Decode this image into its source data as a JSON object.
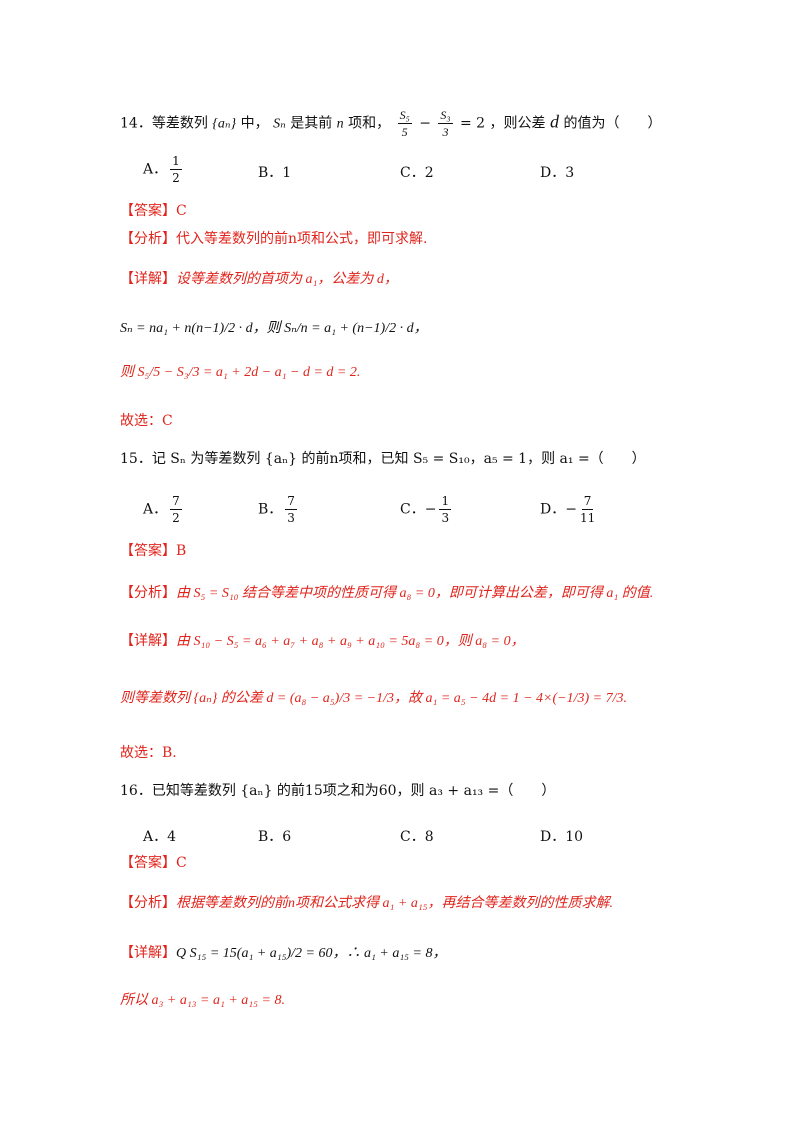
{
  "q14": {
    "text_a": "14．等差数列",
    "seq": "{aₙ}",
    "text_b": "中，",
    "sn": "Sₙ",
    "text_c": "是其前",
    "n": "n",
    "text_d": "项和，",
    "frac1_num": "S₅",
    "frac1_den": "5",
    "minus": "−",
    "frac2_num": "S₃",
    "frac2_den": "3",
    "eq": "= 2",
    "text_e": "，则公差",
    "d": "d",
    "text_f": "的值为（　　）",
    "opt_a_label": "A．",
    "opt_a_num": "1",
    "opt_a_den": "2",
    "opt_b": "B．1",
    "opt_c": "C．2",
    "opt_d": "D．3",
    "answer": "【答案】C",
    "analysis_label": "【分析】",
    "analysis_text": "代入等差数列的前n项和公式，即可求解.",
    "detail_label": "【详解】",
    "detail_text": "设等差数列的首项为 a₁，公差为 d，",
    "formula1": "Sₙ = na₁ + n(n−1)/2 · d，则 Sₙ/n = a₁ + (n−1)/2 · d，",
    "formula2": "则 S₅/5 − S₃/3 = a₁ + 2d − a₁ − d = d = 2.",
    "choice": "故选：C"
  },
  "q15": {
    "stem": "15．记 Sₙ 为等差数列 {aₙ} 的前n项和，已知 S₅ = S₁₀，a₅ = 1，则 a₁ =（　　）",
    "opt_a_label": "A．",
    "opt_a_num": "7",
    "opt_a_den": "2",
    "opt_b_label": "B．",
    "opt_b_num": "7",
    "opt_b_den": "3",
    "opt_c_label": "C．−",
    "opt_c_num": "1",
    "opt_c_den": "3",
    "opt_d_label": "D．−",
    "opt_d_num": "7",
    "opt_d_den": "11",
    "answer": "【答案】B",
    "analysis_label": "【分析】",
    "analysis_text": "由 S₅ = S₁₀ 结合等差中项的性质可得 a₈ = 0，即可计算出公差，即可得 a₁ 的值.",
    "detail_label": "【详解】",
    "detail_text": "由 S₁₀ − S₅ = a₆ + a₇ + a₈ + a₉ + a₁₀ = 5a₈ = 0，则 a₈ = 0，",
    "detail2": "则等差数列 {aₙ} 的公差 d = (a₈ − a₅)/3 = −1/3，故 a₁ = a₅ − 4d = 1 − 4×(−1/3) = 7/3.",
    "choice": "故选：B."
  },
  "q16": {
    "stem": "16．已知等差数列 {aₙ} 的前15项之和为60，则 a₃ + a₁₃ =（　　）",
    "opt_a": "A．4",
    "opt_b": "B．6",
    "opt_c": "C．8",
    "opt_d": "D．10",
    "answer": "【答案】C",
    "analysis_label": "【分析】",
    "analysis_text": "根据等差数列的前n项和公式求得 a₁ + a₁₅，再结合等差数列的性质求解.",
    "detail_label": "【详解】",
    "detail_text": "Q S₁₅ = 15(a₁ + a₁₅)/2 = 60，∴ a₁ + a₁₅ = 8，",
    "detail2": "所以 a₃ + a₁₃ = a₁ + a₁₅ = 8."
  }
}
